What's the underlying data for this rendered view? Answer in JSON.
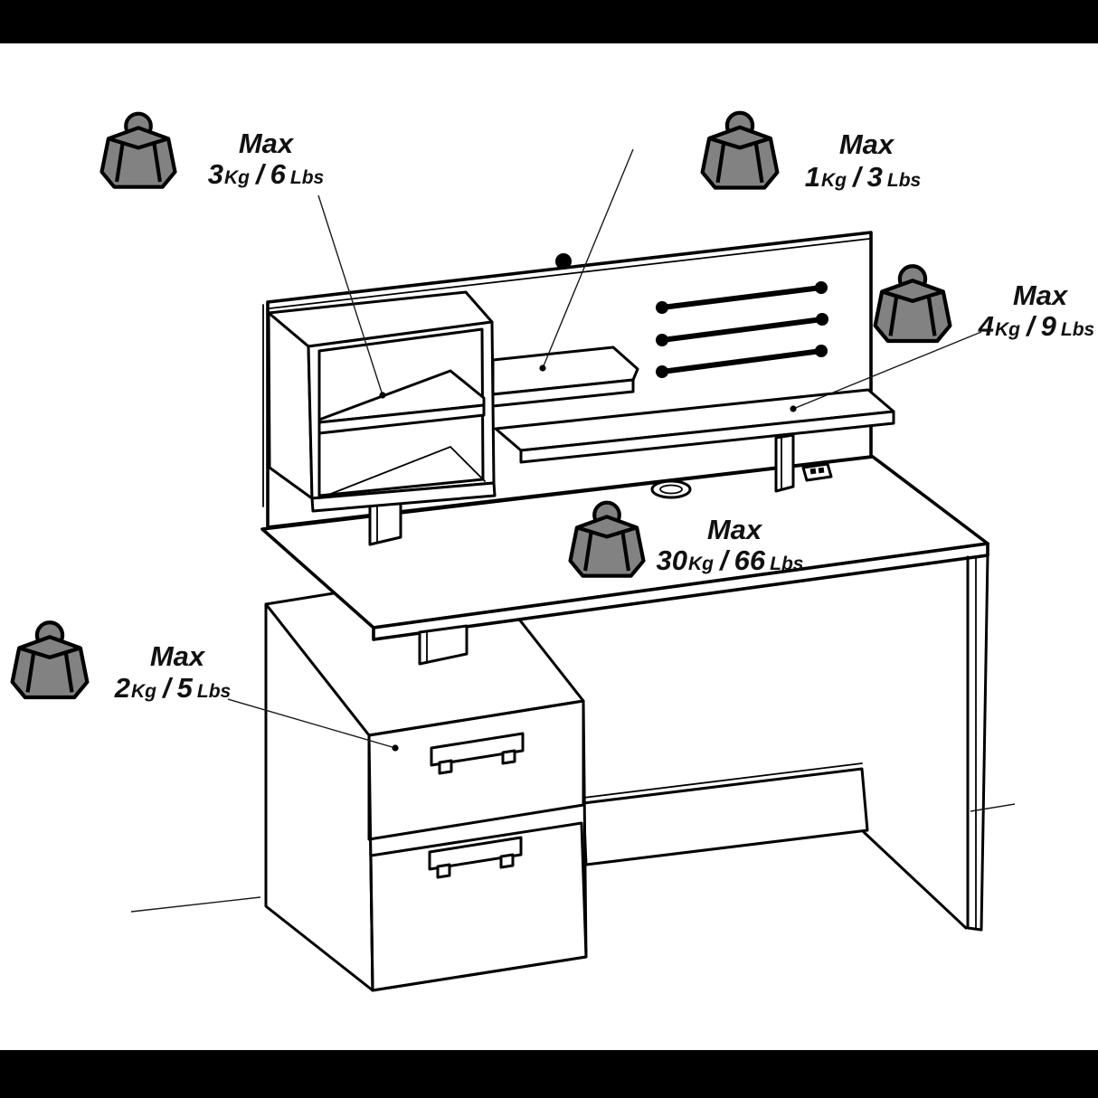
{
  "colors": {
    "line": "#000000",
    "surface": "#ffffff",
    "weight_gray": "#828282",
    "letterbox": "#000000",
    "text": "#111111"
  },
  "icons": {
    "weight_icon": "kettlebell-weight glyph (gray block with knob) used to mark load limits"
  },
  "labels": [
    {
      "id": "hutch-cube-shelf",
      "title": "Max",
      "kg_value": "3",
      "kg_unit": "Kg",
      "separator": "/",
      "lbs_value": "6",
      "lbs_unit": "Lbs"
    },
    {
      "id": "floating-shelf",
      "title": "Max",
      "kg_value": "1",
      "kg_unit": "Kg",
      "separator": "/",
      "lbs_value": "3",
      "lbs_unit": "Lbs"
    },
    {
      "id": "hutch-long-shelf",
      "title": "Max",
      "kg_value": "4",
      "kg_unit": "Kg",
      "separator": "/",
      "lbs_value": "9",
      "lbs_unit": "Lbs"
    },
    {
      "id": "desktop",
      "title": "Max",
      "kg_value": "30",
      "kg_unit": "Kg",
      "separator": "/",
      "lbs_value": "66",
      "lbs_unit": "Lbs"
    },
    {
      "id": "drawer",
      "title": "Max",
      "kg_value": "2",
      "kg_unit": "Kg",
      "separator": "/",
      "lbs_value": "5",
      "lbs_unit": "Lbs"
    }
  ]
}
